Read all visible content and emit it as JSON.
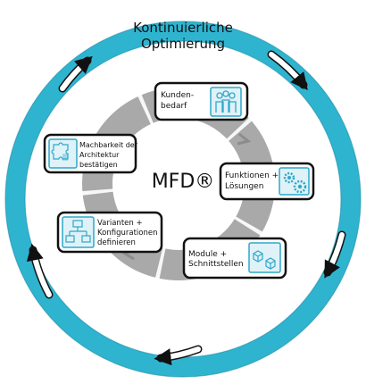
{
  "outer_ring": {
    "title_line1": "Kontinuierliche",
    "title_line2": "Optimierung",
    "color": "#2fb4d0"
  },
  "center": {
    "label": "MFD®"
  },
  "colors": {
    "inner_cycle": "#a9a9a9",
    "inner_cycle_dark": "#8c8c8c",
    "card_border": "#111111",
    "icon_border": "#2fa7c9",
    "icon_fill": "#dff2f8"
  },
  "steps": [
    {
      "id": "kundenbedarf",
      "line1": "Kunden-",
      "line2": "bedarf",
      "line3": "",
      "icon": "people-icon"
    },
    {
      "id": "funktionen",
      "line1": "Funktionen +",
      "line2": "Lösungen",
      "line3": "",
      "icon": "gears-icon"
    },
    {
      "id": "module",
      "line1": "Module +",
      "line2": "Schnittstellen",
      "line3": "",
      "icon": "cubes-icon"
    },
    {
      "id": "varianten",
      "line1": "Varianten +",
      "line2": "Konfigurationen",
      "line3": "definieren",
      "icon": "hierarchy-icon"
    },
    {
      "id": "machbarkeit",
      "line1": "Machbarkeit der",
      "line2": "Architektur",
      "line3": "bestätigen",
      "icon": "puzzle-icon"
    }
  ]
}
